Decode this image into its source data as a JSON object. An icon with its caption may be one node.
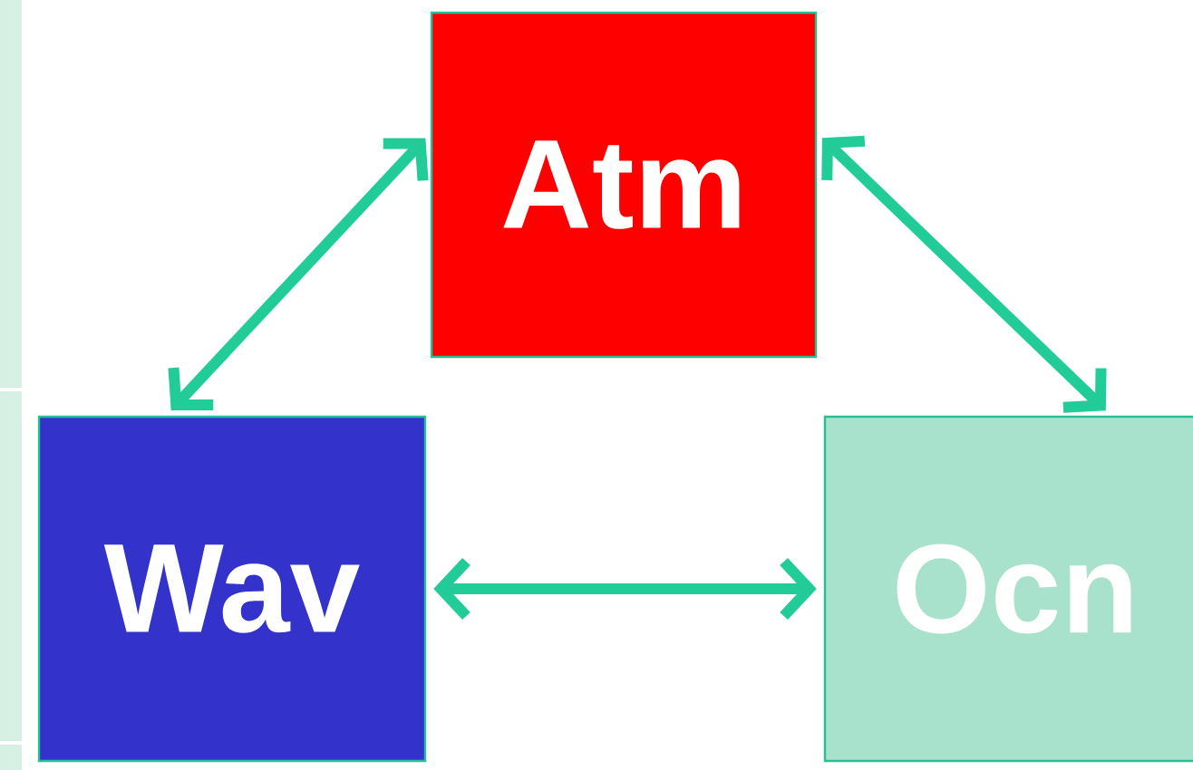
{
  "diagram": {
    "nodes": [
      {
        "text": [
          "Atm"
        ]
      },
      {
        "text": [
          "Wav"
        ]
      },
      {
        "text": [
          "Ocn"
        ]
      }
    ],
    "edges": [
      {
        "from": 1,
        "to": 0,
        "arrow": "both"
      },
      {
        "from": 0,
        "to": 2,
        "arrow": "both"
      },
      {
        "from": 1,
        "to": 2,
        "arrow": "both"
      }
    ]
  }
}
